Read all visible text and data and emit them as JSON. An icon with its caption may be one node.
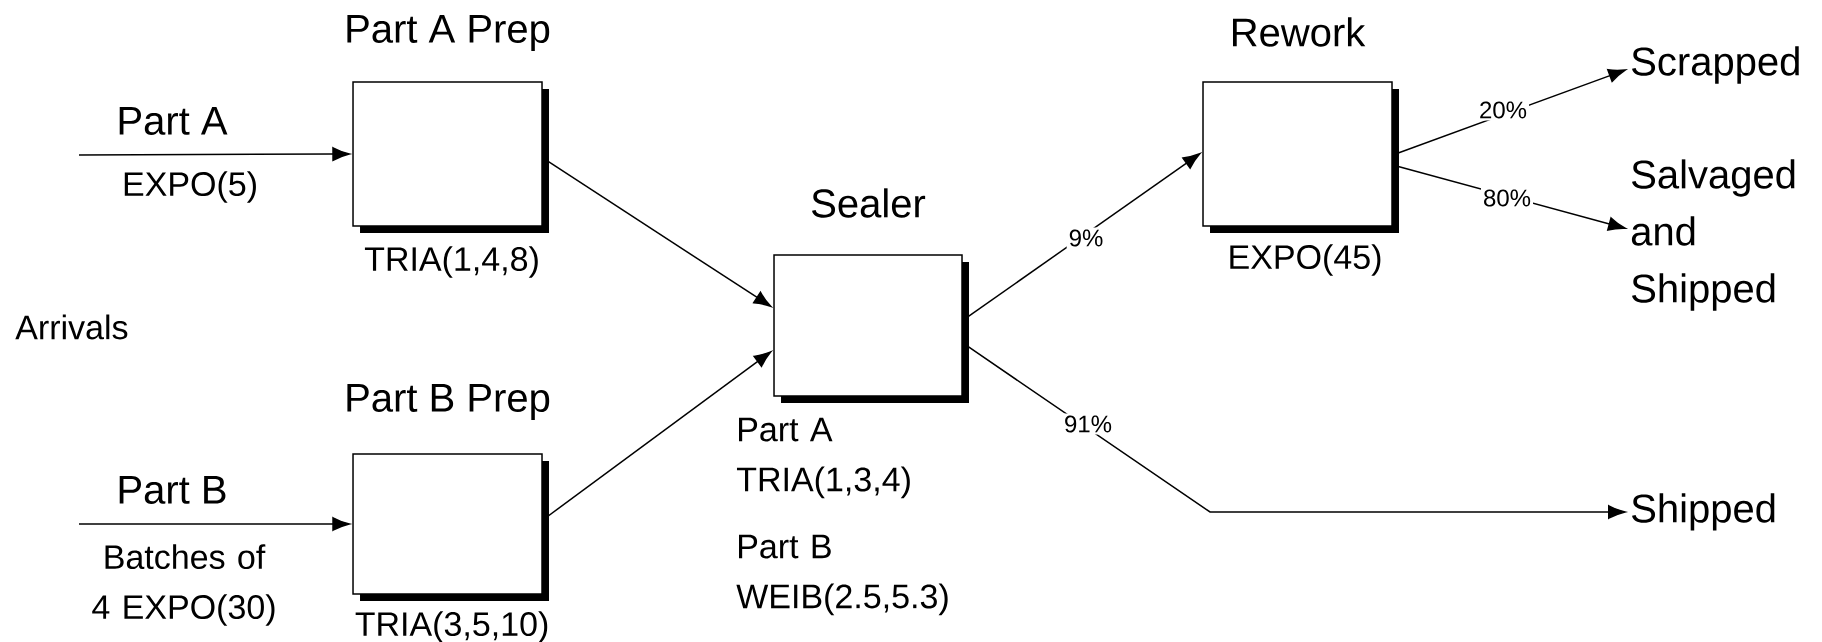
{
  "diagram": {
    "nodes": [
      {
        "text": [
          "Part A Prep"
        ],
        "beside": [
          "TRIA(1,4,8)"
        ]
      },
      {
        "text": [
          "Part B Prep"
        ],
        "beside": [
          "TRIA(3,5,10)"
        ]
      },
      {
        "text": [
          "Sealer"
        ],
        "beside": [
          "Part A TRIA(1,3,4)",
          "Part B WEIB(2.5,5.3)"
        ]
      },
      {
        "text": [
          "Rework"
        ],
        "beside": [
          "EXPO(45)"
        ]
      },
      {
        "text": [
          "Scrapped"
        ]
      },
      {
        "text": [
          "Salvaged and Shipped"
        ]
      },
      {
        "text": [
          "Shipped"
        ]
      }
    ],
    "edges": [
      {
        "from": null,
        "to": 0,
        "arrow": "to",
        "label": "Part A"
      },
      {
        "from": null,
        "to": 1,
        "arrow": "to",
        "label": "Part B"
      },
      {
        "from": 0,
        "to": 2,
        "arrow": "to"
      },
      {
        "from": 1,
        "to": 2,
        "arrow": "to"
      },
      {
        "from": 2,
        "to": 3,
        "arrow": "to",
        "label": "9%"
      },
      {
        "from": 2,
        "to": 6,
        "arrow": "to",
        "label": "91%"
      },
      {
        "from": 3,
        "to": 4,
        "arrow": "to",
        "label": "20%"
      },
      {
        "from": 3,
        "to": 5,
        "arrow": "to",
        "label": "80%"
      }
    ],
    "labels": [
      "EXPO(5)",
      "Arrivals",
      "Batches of 4 EXPO(30)"
    ]
  }
}
